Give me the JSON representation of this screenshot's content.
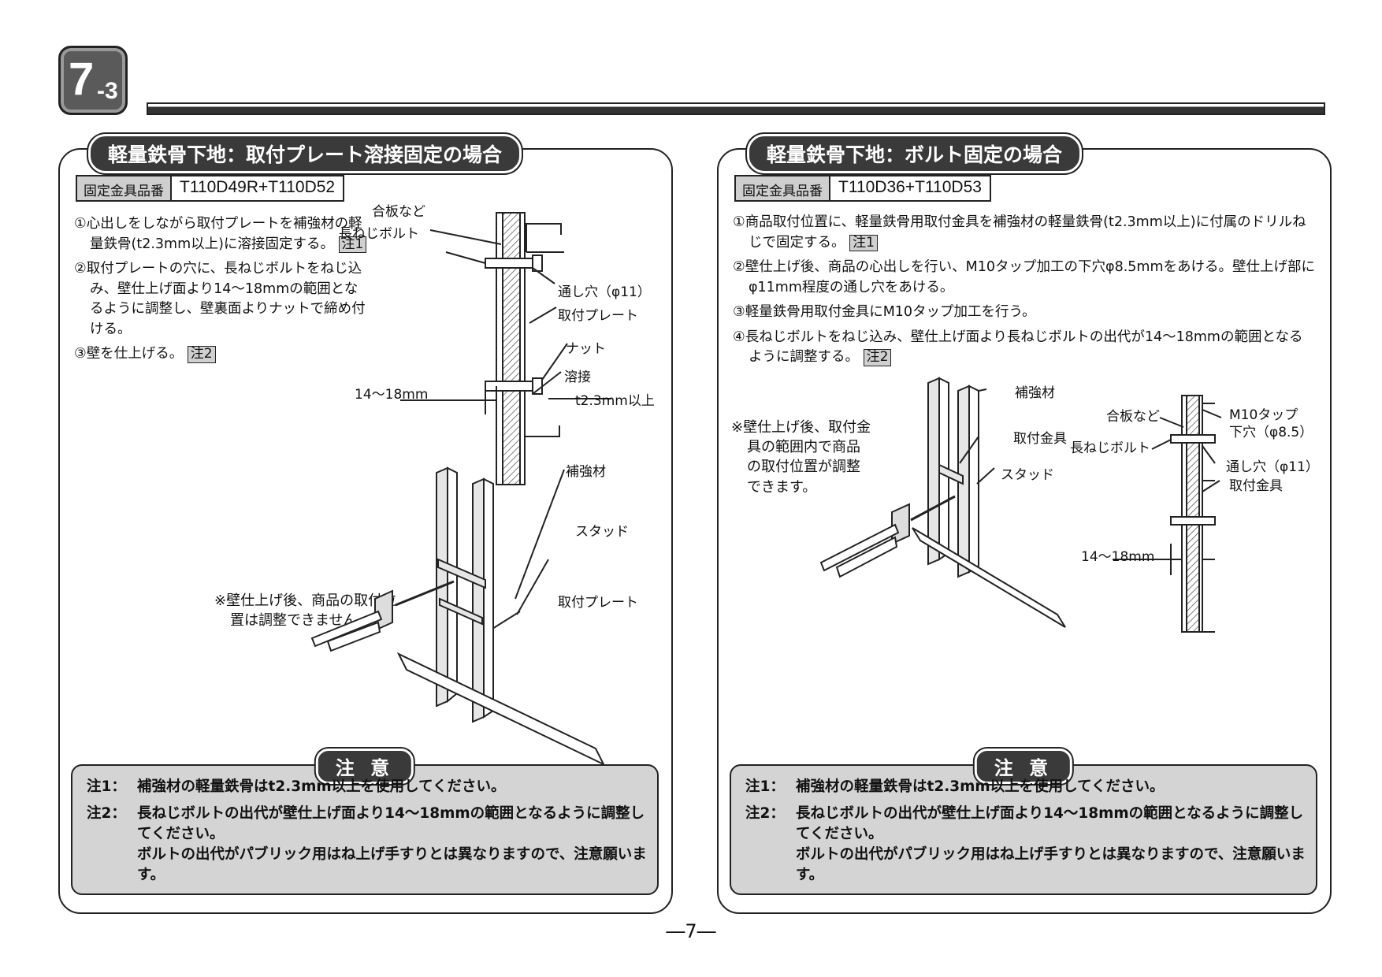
{
  "section_badge": {
    "main": "7",
    "sub": "-3"
  },
  "left": {
    "title": "軽量鉄骨下地：取付プレート溶接固定の場合",
    "part_label": "固定金具品番",
    "part_value": "T110D49R+T110D52",
    "steps": [
      "①心出しをしながら取付プレートを補強材の軽量鉄骨(t2.3mm以上)に溶接固定する。",
      "②取付プレートの穴に、長ねじボルトをねじ込み、壁仕上げ面より14〜18mmの範囲となるように調整し、壁裏面よりナットで締め付ける。",
      "③壁を仕上げる。"
    ],
    "step_notes": [
      "注1",
      "",
      "注2"
    ],
    "remark": "※壁仕上げ後、商品の取付位置は調整できません。",
    "labels": {
      "plywood": "合板など",
      "bolt": "長ねじボルト",
      "hole": "通し穴（φ11）",
      "plate": "取付プレート",
      "nut": "ナット",
      "weld": "溶接",
      "range": "14〜18mm",
      "thickness": "t2.3mm以上",
      "reinforcement": "補強材",
      "stud": "スタッド",
      "plate2": "取付プレート"
    },
    "caution": {
      "title": "注 意",
      "notes": [
        {
          "key": "注1：",
          "text": "補強材の軽量鉄骨はt2.3mm以上を使用してください。"
        },
        {
          "key": "注2：",
          "text": "長ねじボルトの出代が壁仕上げ面より14〜18mmの範囲となるように調整してください。"
        },
        {
          "key": "",
          "text": "ボルトの出代がパブリック用はね上げ手すりとは異なりますので、注意願います。"
        }
      ]
    }
  },
  "right": {
    "title": "軽量鉄骨下地：ボルト固定の場合",
    "part_label": "固定金具品番",
    "part_value": "T110D36+T110D53",
    "steps": [
      "①商品取付位置に、軽量鉄骨用取付金具を補強材の軽量鉄骨(t2.3mm以上)に付属のドリルねじで固定する。",
      "②壁仕上げ後、商品の心出しを行い、M10タップ加工の下穴φ8.5mmをあける。壁仕上げ部にφ11mm程度の通し穴をあける。",
      "③軽量鉄骨用取付金具にM10タップ加工を行う。",
      "④長ねじボルトをねじ込み、壁仕上げ面より長ねじボルトの出代が14〜18mmの範囲となるように調整する。"
    ],
    "step_notes": [
      "注1",
      "",
      "",
      "注2"
    ],
    "remark": "※壁仕上げ後、取付金具の範囲内で商品の取付位置が調整できます。",
    "labels": {
      "reinforcement": "補強材",
      "bracket": "取付金具",
      "stud": "スタッド",
      "plywood": "合板など",
      "tap": "M10タップ",
      "tap2": "下穴（φ8.5）",
      "bolt": "長ねじボルト",
      "hole": "通し穴（φ11）",
      "bracket2": "取付金具",
      "range": "14〜18mm"
    },
    "caution": {
      "title": "注 意",
      "notes": [
        {
          "key": "注1：",
          "text": "補強材の軽量鉄骨はt2.3mm以上を使用してください。"
        },
        {
          "key": "注2：",
          "text": "長ねじボルトの出代が壁仕上げ面より14〜18mmの範囲となるように調整してください。"
        },
        {
          "key": "",
          "text": "ボルトの出代がパブリック用はね上げ手すりとは異なりますので、注意願います。"
        }
      ]
    }
  },
  "page_number": "―7―"
}
